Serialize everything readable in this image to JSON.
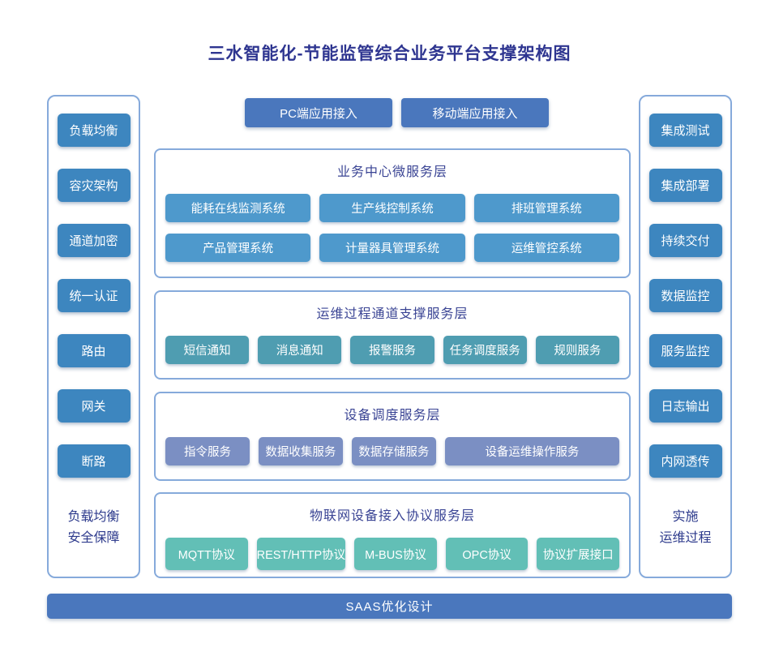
{
  "title": "三水智能化-节能监管综合业务平台支撑架构图",
  "colors": {
    "title_text": "#2E3590",
    "label_text": "#2D3A8C",
    "section_title_text": "#3A4494",
    "panel_border": "#86AADB",
    "sidebar_button": "#3D86BF",
    "accent_blue": "#4A77BD",
    "business_button": "#4E99CC",
    "channel_button": "#4F9DB1",
    "device_button": "#7B8FC3",
    "protocol_button": "#62BFB6"
  },
  "top_buttons": {
    "items": [
      "PC端应用接入",
      "移动端应用接入"
    ]
  },
  "left_panel": {
    "items": [
      "负载均衡",
      "容灾架构",
      "通道加密",
      "统一认证",
      "路由",
      "网关",
      "断路"
    ],
    "label_lines": [
      "负载均衡",
      "安全保障"
    ]
  },
  "right_panel": {
    "items": [
      "集成测试",
      "集成部署",
      "持续交付",
      "数据监控",
      "服务监控",
      "日志输出",
      "内网透传"
    ],
    "label_lines": [
      "实施",
      "运维过程"
    ]
  },
  "sections": [
    {
      "name": "business-center-microservices-layer",
      "title": "业务中心微服务层",
      "button_color": "#4E99CC",
      "rows": [
        [
          "能耗在线监测系统",
          "生产线控制系统",
          "排班管理系统"
        ],
        [
          "产品管理系统",
          "计量器具管理系统",
          "运维管控系统"
        ]
      ]
    },
    {
      "name": "ops-process-channel-support-layer",
      "title": "运维过程通道支撑服务层",
      "button_color": "#4F9DB1",
      "rows": [
        [
          "短信通知",
          "消息通知",
          "报警服务",
          "任务调度服务",
          "规则服务"
        ]
      ]
    },
    {
      "name": "device-scheduling-service-layer",
      "title": "设备调度服务层",
      "button_color": "#7B8FC3",
      "rows": [
        [
          "指令服务",
          "数据收集服务",
          "数据存储服务",
          "设备运维操作服务"
        ]
      ]
    },
    {
      "name": "iot-device-access-protocol-layer",
      "title": "物联网设备接入协议服务层",
      "button_color": "#62BFB6",
      "rows": [
        [
          "MQTT协议",
          "REST/HTTP协议",
          "M-BUS协议",
          "OPC协议",
          "协议扩展接口"
        ]
      ]
    }
  ],
  "bottom_bar": {
    "label": "SAAS优化设计"
  }
}
